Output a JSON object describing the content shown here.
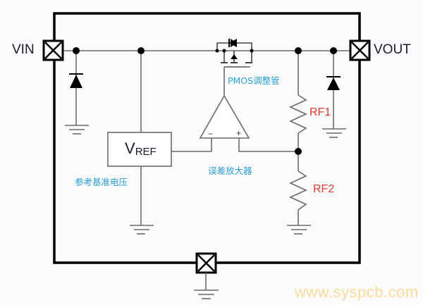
{
  "pins": {
    "vin": "VIN",
    "vout": "VOUT"
  },
  "blocks": {
    "vref_main": "V",
    "vref_sub": "REF"
  },
  "labels": {
    "pmos": "PMOS调整管",
    "vref_desc": "参考基准电压",
    "error_amp": "误差放大器",
    "rf1": "RF1",
    "rf2": "RF2",
    "amp_minus": "−",
    "amp_plus": "+"
  },
  "watermark": "www.syspcb.com",
  "colors": {
    "annotation_blue": "#2a9fd6",
    "resistor_red": "#e23a2a",
    "watermark": "#f7dc9a",
    "wire": "#6b6b6b",
    "frame": "#000000"
  }
}
